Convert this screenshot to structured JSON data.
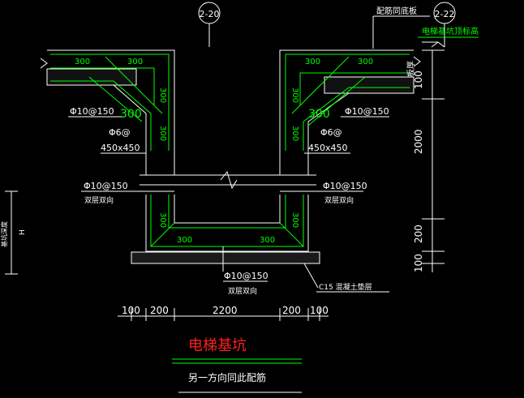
{
  "grid_bubbles": {
    "left": "2-20",
    "right": "2-22"
  },
  "top_labels": {
    "bottom_slab": "配筋同底板",
    "elevation": "电梯基坑顶标高"
  },
  "dims_300": {
    "tl1": "300",
    "tl2": "300",
    "tr1": "300",
    "tr2": "300",
    "bl": "300",
    "br": "300",
    "wl1": "300",
    "wl2": "300",
    "wr1": "300",
    "wr2": "300",
    "wl3": "300",
    "wr3": "300",
    "hl": "300",
    "hr": "300"
  },
  "rebar": {
    "left_top": "Φ10@150",
    "right_top": "Φ10@150",
    "left_phi6": "Φ6@",
    "right_phi6": "Φ6@",
    "left_haunch": "450x450",
    "right_haunch": "450x450",
    "left_mid": "Φ10@150",
    "right_mid": "Φ10@150",
    "left_mid_note": "双层双向",
    "right_mid_note": "双层双向",
    "bottom": "Φ10@150",
    "bottom_note": "双层双向",
    "cushion": "C15 混凝土垫层"
  },
  "slab_label": "板厚",
  "right_dims": {
    "d1": "100",
    "d2": "2000",
    "d3": "200",
    "d4": "100"
  },
  "left_dim": {
    "label": "基坑深度",
    "value": "H"
  },
  "bottom_dims": [
    "100",
    "200",
    "2200",
    "200",
    "100"
  ],
  "title": "电梯基坑",
  "note": "另一方向同此配筋",
  "colors": {
    "green": "#00ff00",
    "white": "#ffffff",
    "red": "#ff2020",
    "black": "#000000"
  }
}
